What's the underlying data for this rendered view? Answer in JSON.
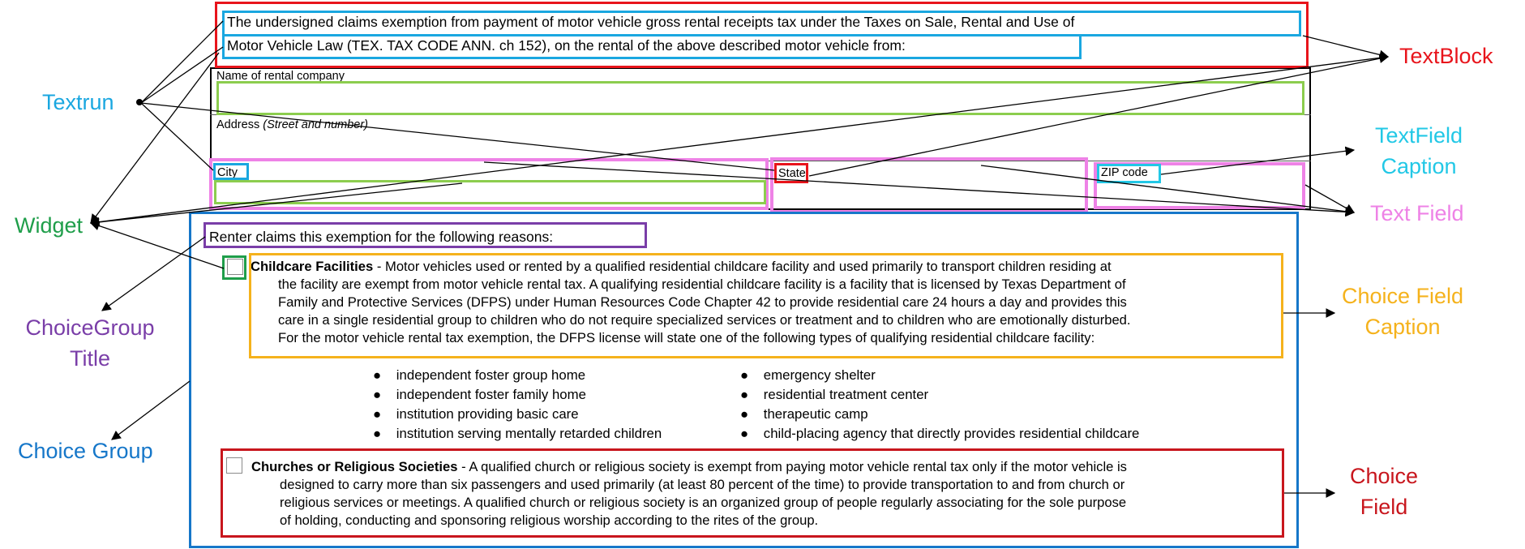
{
  "textblock": {
    "line1": "The undersigned claims exemption from payment of motor vehicle gross rental receipts tax under the Taxes on Sale, Rental and Use of",
    "line2": "Motor Vehicle Law (TEX. TAX CODE ANN. ch 152), on the rental of the above described motor vehicle from:"
  },
  "fields": {
    "rental_company_caption": "Name of rental company",
    "rental_company_value": "",
    "address_caption_main": "Address ",
    "address_caption_hint": "(Street and number)",
    "city_caption": "City",
    "city_value": "",
    "state_caption": "State",
    "state_value": "",
    "zip_caption": "ZIP code",
    "zip_value": ""
  },
  "choice_group": {
    "title": "Renter claims this exemption for the following reasons:",
    "childcare": {
      "heading": "Childcare Facilities",
      "line1_rest": " - Motor vehicles used or rented by a qualified residential childcare facility and used primarily to transport children residing at",
      "line2": "the facility are exempt from motor vehicle rental tax. A qualifying residential childcare facility is a facility that is licensed by Texas Department of",
      "line3": "Family and Protective Services (DFPS) under Human Resources Code Chapter 42 to provide residential care 24 hours a day and provides this",
      "line4": "care in a single residential group to children who do not require specialized services or treatment and to children who are emotionally disturbed.",
      "line5": "For the motor vehicle rental tax exemption, the DFPS license will state one of the following types of qualifying residential childcare facility:"
    },
    "bullets_left": [
      "independent foster group home",
      "independent foster family home",
      "institution providing basic care",
      "institution serving mentally retarded children"
    ],
    "bullets_right": [
      "emergency shelter",
      "residential treatment center",
      "therapeutic camp",
      "child-placing agency that directly provides residential childcare"
    ],
    "church": {
      "heading": "Churches or Religious Societies",
      "line1_rest": " - A qualified church or religious society is exempt from paying motor vehicle rental tax only if the motor vehicle is",
      "line2": "designed to carry more than six passengers and used primarily (at least 80 percent of the time) to provide transportation to and from church or",
      "line3": "religious services or meetings. A qualified church or religious society is an organized group of people regularly associating for the sole purpose",
      "line4": "of holding, conducting and sponsoring religious worship according to the rites of the group."
    }
  },
  "annotations": {
    "textblock": "TextBlock",
    "textrun": "Textrun",
    "textfield_caption_l1": "TextField",
    "textfield_caption_l2": "Caption",
    "text_field": "Text Field",
    "widget": "Widget",
    "choicegroup_title_l1": "ChoiceGroup",
    "choicegroup_title_l2": "Title",
    "choice_field_caption_l1": "Choice Field",
    "choice_field_caption_l2": "Caption",
    "choice_group": "Choice Group",
    "choice_field_l1": "Choice",
    "choice_field_l2": "Field"
  },
  "colors": {
    "textblock": "#e8141b",
    "textrun": "#1aa7e0",
    "textfield_caption": "#22c8e6",
    "text_field": "#ee82e6",
    "widget": "#8ccd4e",
    "widget_label": "#1f9e4a",
    "choicegroup_title": "#7a3ea8",
    "choice_field_caption": "#f5b21c",
    "choice_group": "#1677c9",
    "choice_field": "#c8161d"
  }
}
